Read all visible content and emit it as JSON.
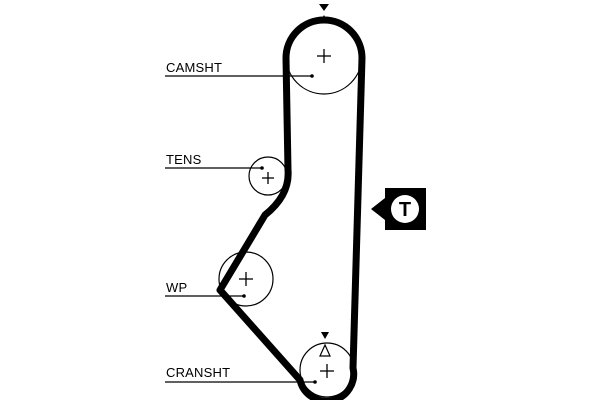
{
  "diagram": {
    "labels": {
      "camshaft": "CAMSHT",
      "tensioner": "TENS",
      "water_pump": "WP",
      "crankshaft": "CRANSHT"
    },
    "tensioner_marker": {
      "letter": "T",
      "icon": "tensioner-direction-marker"
    },
    "timing_marks": [
      "camshaft-timing-mark-icon",
      "crankshaft-timing-mark-icon"
    ]
  }
}
